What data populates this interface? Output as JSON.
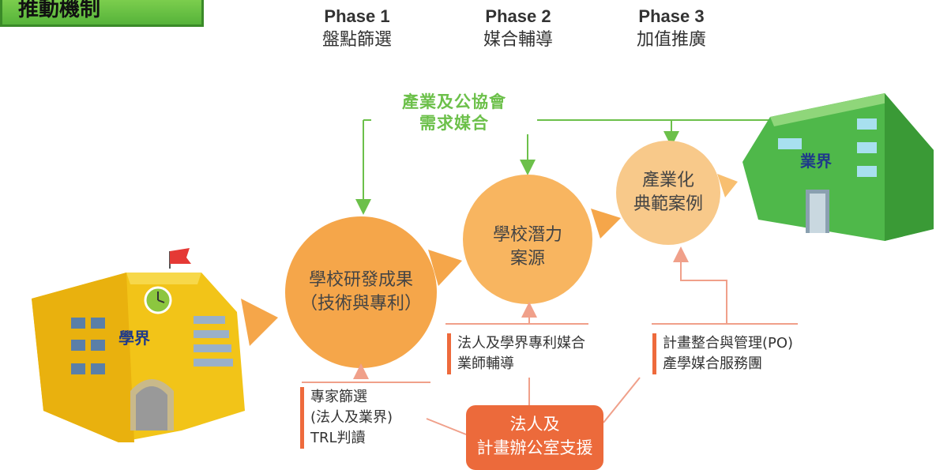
{
  "title": "推動機制",
  "phases": [
    {
      "en": "Phase 1",
      "zh": "盤點篩選"
    },
    {
      "en": "Phase 2",
      "zh": "媒合輔導"
    },
    {
      "en": "Phase 3",
      "zh": "加值推廣"
    }
  ],
  "academia_label": "學界",
  "industry_label": "業界",
  "matching_label_1": "產業及公協會",
  "matching_label_2": "需求媒合",
  "circle1_line1": "學校研發成果",
  "circle1_line2": "（技術與專利）",
  "circle2_line1": "學校潛力",
  "circle2_line2": "案源",
  "circle3_line1": "產業化",
  "circle3_line2": "典範案例",
  "support1": [
    "專家篩選",
    "(法人及業界)",
    "TRL判讀"
  ],
  "support2": [
    "法人及學界專利媒合",
    "業師輔導"
  ],
  "support3": [
    "計畫整合與管理(PO)",
    "產學媒合服務團"
  ],
  "orange_box_line1": "法人及",
  "orange_box_line2": "計畫辦公室支援",
  "colors": {
    "green": "#6cc04a",
    "circle": "#f5a64a",
    "circle_light": "#f8bf70",
    "orange_support": "#ec6a3b",
    "building_yellow": "#f2c418",
    "building_green": "#4fb84a"
  }
}
